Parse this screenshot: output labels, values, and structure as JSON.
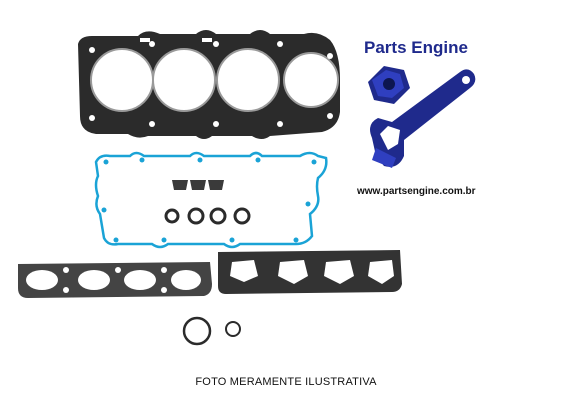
{
  "logo": {
    "title": "Parts Engine",
    "url": "www.partsengine.com.br",
    "colors": {
      "navy": "#1f2a8c",
      "blue": "#2f3fc0"
    },
    "icons": [
      "hex-nut-icon",
      "connecting-rod-icon"
    ]
  },
  "caption": "FOTO MERAMENTE ILUSTRATIVA",
  "gasket_colors": {
    "graphite": "#2b2b2b",
    "valve_cover_seal": "#1aa3d6"
  }
}
